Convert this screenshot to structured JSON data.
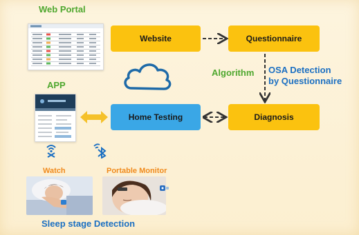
{
  "web_portal": {
    "title": "Web Portal"
  },
  "app": {
    "title": "APP"
  },
  "nodes": {
    "website": "Website",
    "questionnaire": "Questionnaire",
    "home_testing": "Home Testing",
    "diagnosis": "Diagnosis"
  },
  "algorithm_label": "Algorithm",
  "osa_label_line1": "OSA Detection",
  "osa_label_line2": "by Questionnaire",
  "devices": {
    "watch": "Watch",
    "portable_monitor": "Portable Monitor"
  },
  "footer": "Sleep stage Detection",
  "colors": {
    "yellow_box": "#fbc20f",
    "blue_box": "#3aa7e6",
    "green_text": "#4ea72e",
    "blue_text": "#1b6fc2",
    "orange_text": "#f08a1c",
    "background": "#fdf3dc"
  }
}
